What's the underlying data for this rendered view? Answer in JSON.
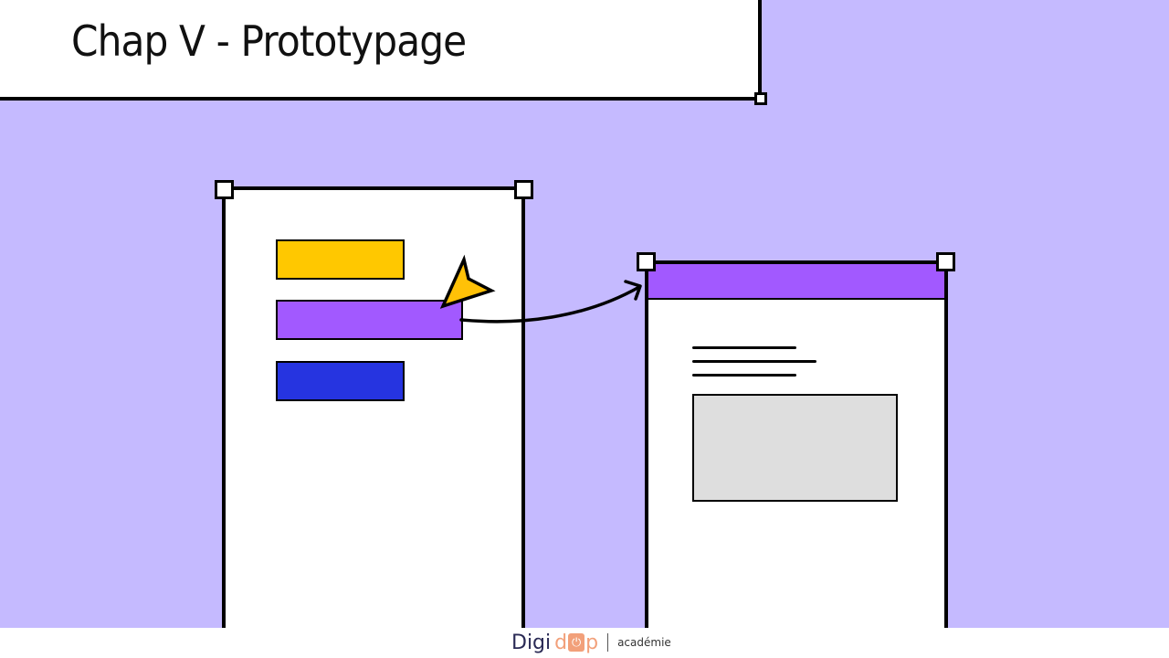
{
  "slide": {
    "title": "Chap V - Prototypage",
    "background_color": "#c5baff"
  },
  "illustration": {
    "left_frame": {
      "bars": [
        {
          "name": "yellow-bar",
          "color": "#ffc800"
        },
        {
          "name": "purple-bar",
          "color": "#a259ff"
        },
        {
          "name": "blue-bar",
          "color": "#2634e0"
        }
      ]
    },
    "cursor_color": "#ffc107",
    "right_frame": {
      "header_color": "#a259ff",
      "image_placeholder_color": "#dedede"
    }
  },
  "footer": {
    "logo_part1": "Digi",
    "logo_part2": "d",
    "logo_power": "⏻",
    "logo_part3": "p",
    "logo_sub": "académie"
  }
}
